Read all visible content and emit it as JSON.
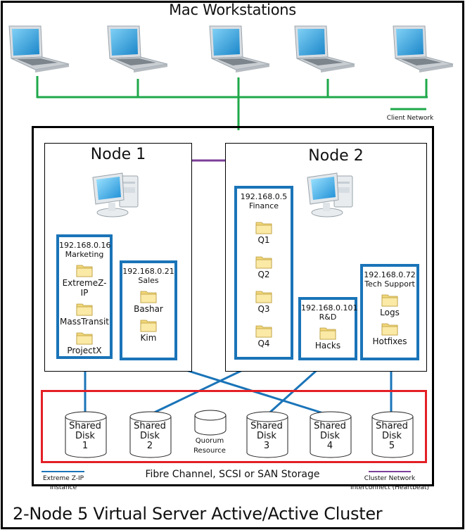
{
  "title": "Mac Workstations",
  "workstations": [
    {
      "icon": "laptop-icon"
    },
    {
      "icon": "laptop-icon"
    },
    {
      "icon": "laptop-icon"
    },
    {
      "icon": "laptop-icon"
    },
    {
      "icon": "laptop-icon"
    }
  ],
  "legend": {
    "client_network": "Client Network",
    "extreme_zip_line1": "Extreme Z-IP",
    "extreme_zip_line2": "Instance",
    "heartbeat_line1": "Cluster Network",
    "heartbeat_line2": "Interconnect (Heartbeat)"
  },
  "colors": {
    "client_network": "#1fa84a",
    "extreme_zip": "#1a74b8",
    "heartbeat": "#7b3f98",
    "storage_border": "#e32026"
  },
  "nodes": [
    {
      "title": "Node 1",
      "shares": [
        {
          "ip": "192.168.0.16",
          "name": "Marketing",
          "folders": [
            "ExtremeZ-IP",
            "MassTransit",
            "ProjectX"
          ]
        },
        {
          "ip": "192.168.0.21",
          "name": "Sales",
          "folders": [
            "Bashar",
            "Kim"
          ]
        }
      ]
    },
    {
      "title": "Node 2",
      "shares": [
        {
          "ip": "192.168.0.5",
          "name": "Finance",
          "folders": [
            "Q1",
            "Q2",
            "Q3",
            "Q4"
          ]
        },
        {
          "ip": "192.168.0.101",
          "name": "R&D",
          "folders": [
            "Hacks"
          ]
        },
        {
          "ip": "192.168.0.72",
          "name": "Tech Support",
          "folders": [
            "Logs",
            "Hotfixes"
          ]
        }
      ]
    }
  ],
  "disks": [
    {
      "line1": "Shared",
      "line2": "Disk",
      "line3": "1"
    },
    {
      "line1": "Shared",
      "line2": "Disk",
      "line3": "2"
    },
    {
      "line1": "Quorum",
      "line2": "Resource"
    },
    {
      "line1": "Shared",
      "line2": "Disk",
      "line3": "3"
    },
    {
      "line1": "Shared",
      "line2": "Disk",
      "line3": "4"
    },
    {
      "line1": "Shared",
      "line2": "Disk",
      "line3": "5"
    }
  ],
  "storage_label": "Fibre Channel, SCSI or SAN Storage",
  "bottom_title": "2-Node 5 Virtual Server Active/Active Cluster"
}
